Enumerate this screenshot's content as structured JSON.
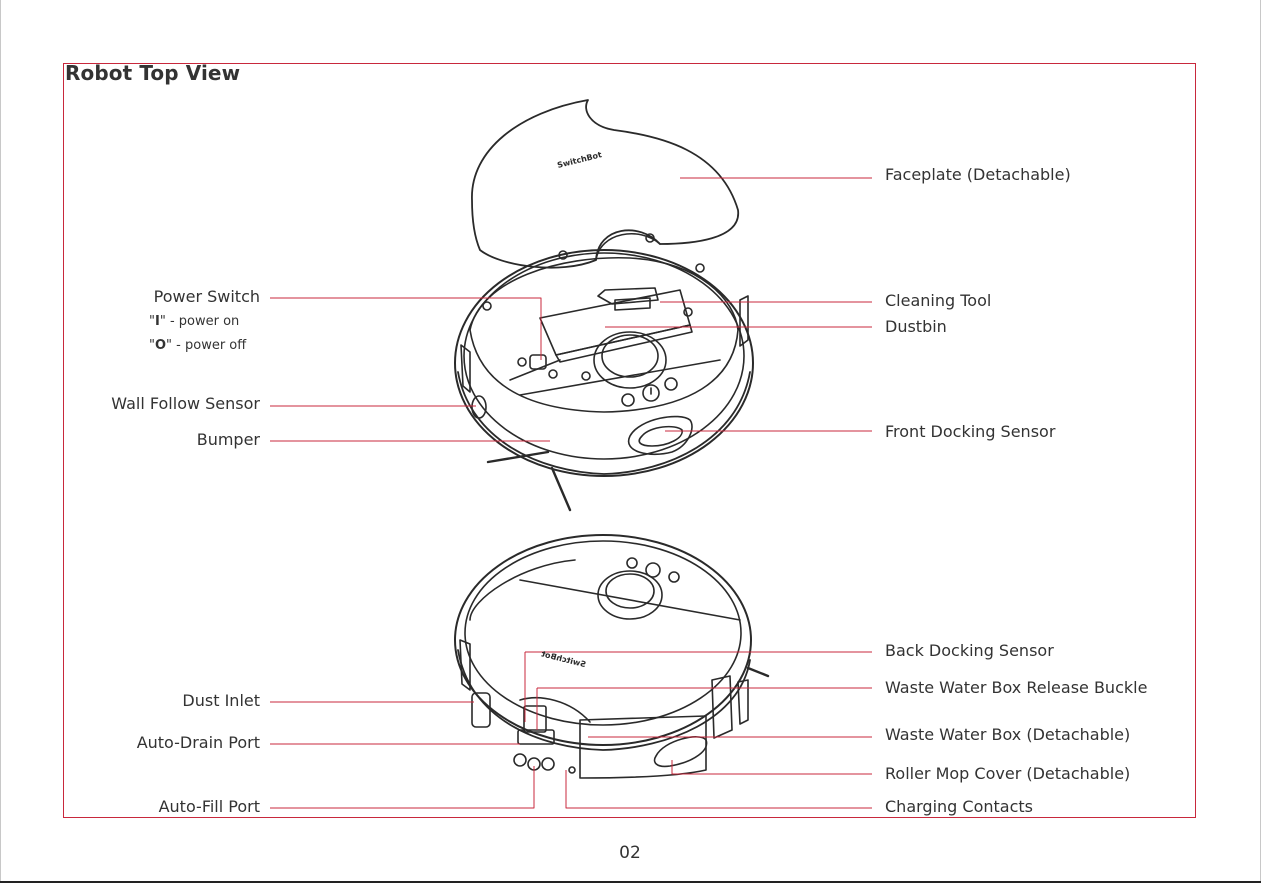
{
  "title": "Robot Top View",
  "labels": {
    "faceplate": "Faceplate (Detachable)",
    "cleaning_tool": "Cleaning Tool",
    "dustbin": "Dustbin",
    "power_switch": "Power Switch",
    "power_on_symbol": "I",
    "power_on_text": " - power on",
    "power_off_symbol": "O",
    "power_off_text": " - power off",
    "wall_follow_sensor": "Wall Follow Sensor",
    "bumper": "Bumper",
    "front_docking_sensor": "Front Docking Sensor",
    "back_docking_sensor": "Back Docking Sensor",
    "waste_water_box_release_buckle": "Waste Water Box Release Buckle",
    "dust_inlet": "Dust Inlet",
    "auto_drain_port": "Auto-Drain Port",
    "waste_water_box": "Waste Water Box (Detachable)",
    "roller_mop_cover": "Roller Mop Cover (Detachable)",
    "auto_fill_port": "Auto-Fill Port",
    "charging_contacts": "Charging Contacts"
  },
  "brand_mark": "SwitchBot",
  "page_number": "02",
  "colors": {
    "leader_line": "#c8283c",
    "frame": "#c8283c",
    "drawing": "#2a2a2a",
    "text": "#333333"
  }
}
